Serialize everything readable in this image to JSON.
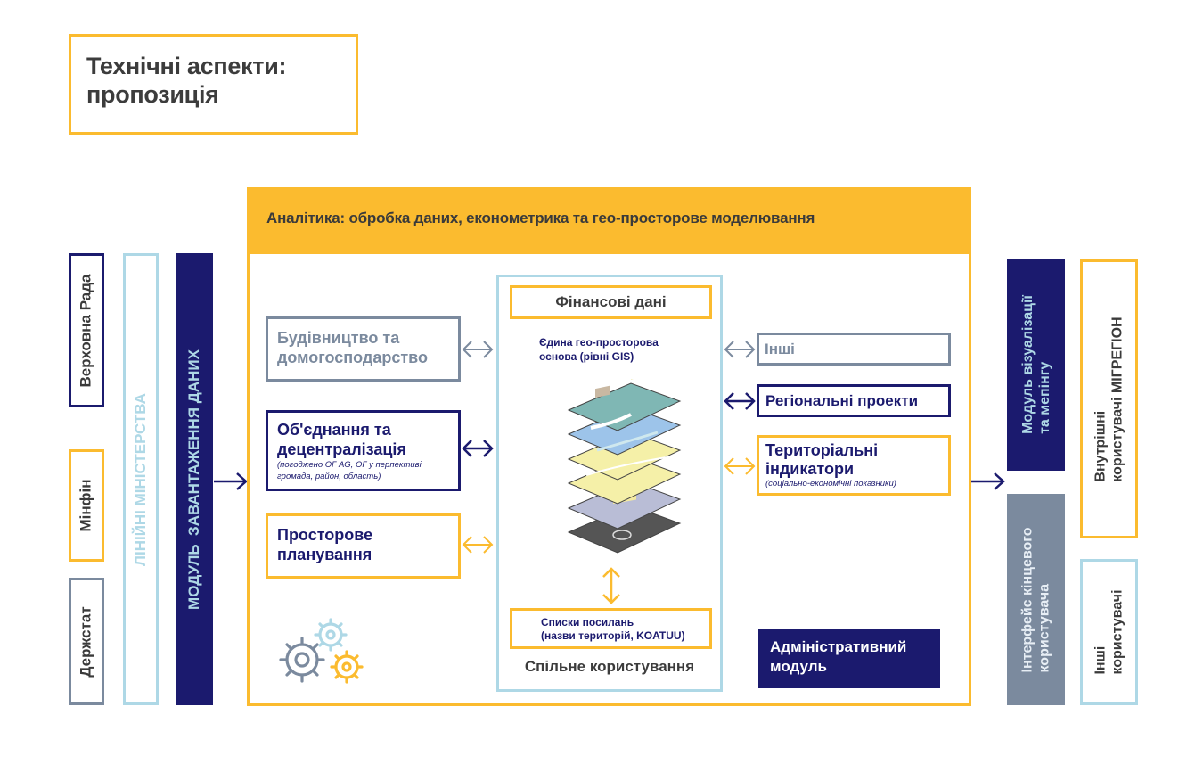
{
  "title": {
    "line1": "Технічні аспекти:",
    "line2": "пропозиція"
  },
  "sources": {
    "rada": "Верховна Рада",
    "minfin": "Мінфін",
    "derzhstat": "Держстат",
    "ministries": "ЛІНІЙНІ МІНІСТЕРСТВА"
  },
  "load_module": "МОДУЛЬ  ЗАВАНТАЖЕННЯ ДАНИХ",
  "analytics": {
    "header": "Аналітика: обробка даних, економетрика та гео-просторове моделювання",
    "left_boxes": {
      "construction": {
        "line1": "Будівництво та",
        "line2": "домогосподарство"
      },
      "decentralization": {
        "line1": "Об'єднання та",
        "line2": "децентралізація",
        "note1": "(погоджено ОГ AG, ОГ у перпективі",
        "note2": "громада, район, область)"
      },
      "planning": {
        "line1": "Просторове",
        "line2": "планування"
      }
    },
    "shared": {
      "financial_data": "Фінансові дані",
      "geo_basis_line1": "Єдина гео-просторова",
      "geo_basis_line2": "основа (рівні GIS)",
      "ref_lists_line1": "Списки посилань",
      "ref_lists_line2": "(назви територій, KOATUU)",
      "label": "Спільне користування"
    },
    "right_boxes": {
      "other": "Інші",
      "regional": "Регіональні проекти",
      "territorial": {
        "line1": "Територіальні",
        "line2": "індикатори",
        "note": "(соціально-економічні показники)"
      }
    },
    "admin_module": {
      "line1": "Адміністративний",
      "line2": "модуль"
    }
  },
  "output": {
    "viz_module": {
      "line1": "Модуль візуалізації",
      "line2": "та мепінгу"
    },
    "end_user_interface": {
      "line1": "Інтерфейс кінцевого",
      "line2": "користувача"
    },
    "internal_users": {
      "line1": "Внутрішні",
      "line2": "користувачі МІГРЕГІОН"
    },
    "other_users": {
      "line1": "Інші",
      "line2": "користувачі"
    }
  },
  "icons": {
    "gears": "gears-icon",
    "gis_layers": "gis-layers-icon",
    "arrows": "double-arrow-icon"
  },
  "colors": {
    "yellow": "#fbbb2f",
    "navy": "#1b1a6e",
    "gray": "#7b8a9e",
    "light_blue": "#aed8e6",
    "text": "#3a3a3a"
  }
}
